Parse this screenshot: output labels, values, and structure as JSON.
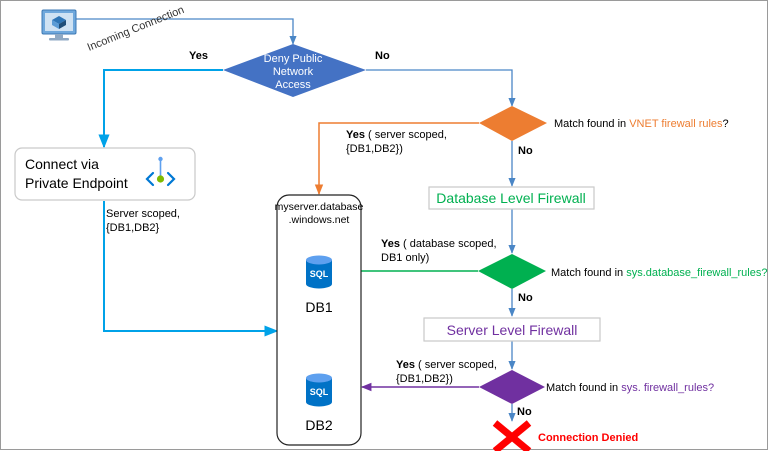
{
  "colors": {
    "blue_line": "#4a86c6",
    "cyan_line": "#00a2e8",
    "orange": "#ed7d31",
    "green": "#00b050",
    "purple": "#7030a0",
    "decision_blue": "#4472c4",
    "red": "#ff0000"
  },
  "icons": {
    "monitor": "monitor-icon",
    "private_endpoint": "private-endpoint-icon",
    "sql": "sql-database-icon",
    "denied": "red-x-icon"
  },
  "labels": {
    "incoming_connection": "Incoming Connection",
    "deny_line1": "Deny Public",
    "deny_line2": "Network",
    "deny_line3": "Access",
    "yes_top": "Yes",
    "no_top": "No",
    "private_endpoint_line1": "Connect via",
    "private_endpoint_line2": "Private Endpoint",
    "pe_scope_line1": "Server scoped,",
    "pe_scope_line2": "{DB1,DB2}",
    "vnet_prefix": "Match found in ",
    "vnet_highlight": "VNET firewall rules",
    "vnet_suffix": "?",
    "vnet_yes_bold": "Yes",
    "vnet_yes_line1": " ( server scoped,",
    "vnet_yes_line2": "{DB1,DB2})",
    "vnet_no": "No",
    "server_box_line1": "myserver.database",
    "server_box_line2": ".windows.net",
    "db1": "DB1",
    "db2": "DB2",
    "sql_text": "SQL",
    "db_firewall": "Database Level Firewall",
    "db_fw_prefix": "Match found in ",
    "db_fw_highlight": "sys.database_firewall_rules?",
    "db_fw_yes_bold": "Yes",
    "db_fw_yes_line1": " ( database scoped,",
    "db_fw_yes_line2": "DB1 only)",
    "db_fw_no": "No",
    "server_firewall": "Server Level Firewall",
    "srv_fw_prefix": "Match found in ",
    "srv_fw_highlight": "sys. firewall_rules?",
    "srv_fw_yes_bold": "Yes",
    "srv_fw_yes_line1": " ( server scoped,",
    "srv_fw_yes_line2": "{DB1,DB2})",
    "srv_fw_no": "No",
    "connection_denied": "Connection Denied"
  }
}
